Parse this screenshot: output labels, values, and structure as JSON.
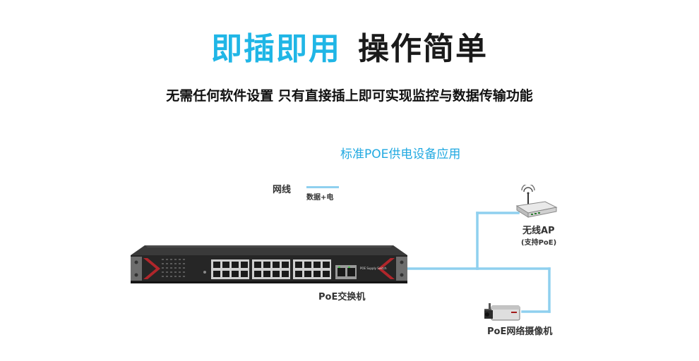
{
  "headline": {
    "part1": "即插即用",
    "part2": "操作简单"
  },
  "subtitle": "无需任何软件设置 只有直接插上即可实现监控与数据传输功能",
  "diagram": {
    "caption": "标准POE供电设备应用",
    "legend_title": "网线",
    "legend_desc": "数据+电",
    "switch_label": "PoE交换机",
    "ap_label": "无线AP",
    "ap_note": "(支持PoE)",
    "camera_label": "PoE网络摄像机",
    "switch_text": "POE Supply Switch"
  },
  "colors": {
    "accent": "#20b6e6",
    "cable": "#8fd0ef",
    "switch_body": "#2a2a2a",
    "switch_edge": "#b0262b"
  }
}
